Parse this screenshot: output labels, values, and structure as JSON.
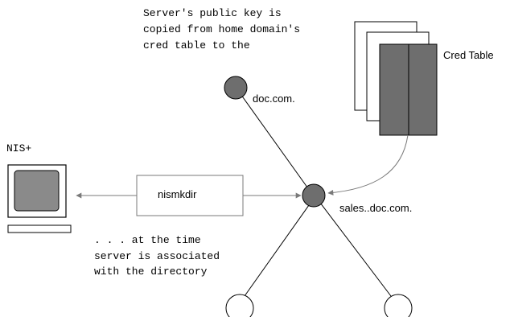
{
  "caption": {
    "lines": [
      "Server's public key is",
      "copied from home domain's",
      "cred table to the"
    ]
  },
  "cred_table_label": "Cred Table",
  "nodes": {
    "root": "doc.com.",
    "sales": "sales..doc.com."
  },
  "client_label": "NIS+",
  "command_label": "nismkdir",
  "note": {
    "lines": [
      ". . . at the time",
      "server is associated",
      "with the directory"
    ]
  },
  "colors": {
    "node_fill": "#6e6e6e",
    "stroke": "#000000",
    "arrow_grey": "#7a7a7a",
    "monitor_screen": "#8a8a8a"
  }
}
